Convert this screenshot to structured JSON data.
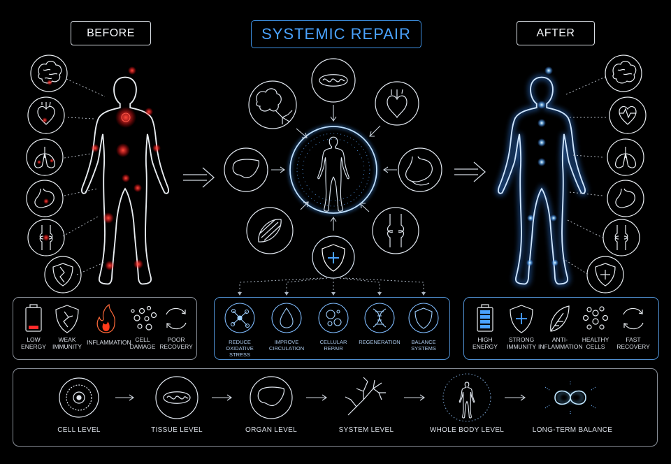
{
  "headers": {
    "before": "BEFORE",
    "center": "SYSTEMIC REPAIR",
    "after": "AFTER"
  },
  "colors": {
    "accent": "#4aa3ff",
    "inflammation": "#ff2a2a",
    "outline": "#d8dde3",
    "panel_blue": "#4f8fd0"
  },
  "before_stats": [
    {
      "l1": "LOW",
      "l2": "ENERGY",
      "icon": "low-battery-icon"
    },
    {
      "l1": "WEAK",
      "l2": "IMMUNITY",
      "icon": "cracked-shield-icon"
    },
    {
      "l1": "INFLAMMATION",
      "l2": "",
      "icon": "flame-icon"
    },
    {
      "l1": "CELL",
      "l2": "DAMAGE",
      "icon": "scattered-cells-icon"
    },
    {
      "l1": "POOR",
      "l2": "RECOVERY",
      "icon": "recycle-arrows-icon"
    }
  ],
  "mechanisms": [
    {
      "l1": "REDUCE",
      "l2": "OXIDATIVE STRESS",
      "icon": "molecule-icon"
    },
    {
      "l1": "IMPROVE",
      "l2": "CIRCULATION",
      "icon": "drop-icon"
    },
    {
      "l1": "CELLULAR",
      "l2": "REPAIR",
      "icon": "cell-icon"
    },
    {
      "l1": "REGENERATION",
      "l2": "",
      "icon": "dna-icon"
    },
    {
      "l1": "BALANCE",
      "l2": "SYSTEMS",
      "icon": "shield-icon"
    }
  ],
  "after_stats": [
    {
      "l1": "HIGH",
      "l2": "ENERGY",
      "icon": "full-battery-icon"
    },
    {
      "l1": "STRONG",
      "l2": "IMMUNITY",
      "icon": "plus-shield-icon"
    },
    {
      "l1": "ANTI-",
      "l2": "INFLAMMATION",
      "icon": "leaf-icon"
    },
    {
      "l1": "HEALTHY",
      "l2": "CELLS",
      "icon": "healthy-cells-icon"
    },
    {
      "l1": "FAST",
      "l2": "RECOVERY",
      "icon": "recycle-arrows-icon"
    }
  ],
  "levels": [
    {
      "label": "CELL LEVEL",
      "icon": "cell-icon"
    },
    {
      "label": "TISSUE LEVEL",
      "icon": "mitochondria-icon"
    },
    {
      "label": "ORGAN LEVEL",
      "icon": "liver-icon"
    },
    {
      "label": "SYSTEM LEVEL",
      "icon": "vessel-network-icon"
    },
    {
      "label": "WHOLE BODY LEVEL",
      "icon": "human-figure-icon"
    },
    {
      "label": "LONG-TERM BALANCE",
      "icon": "infinity-icon"
    }
  ]
}
